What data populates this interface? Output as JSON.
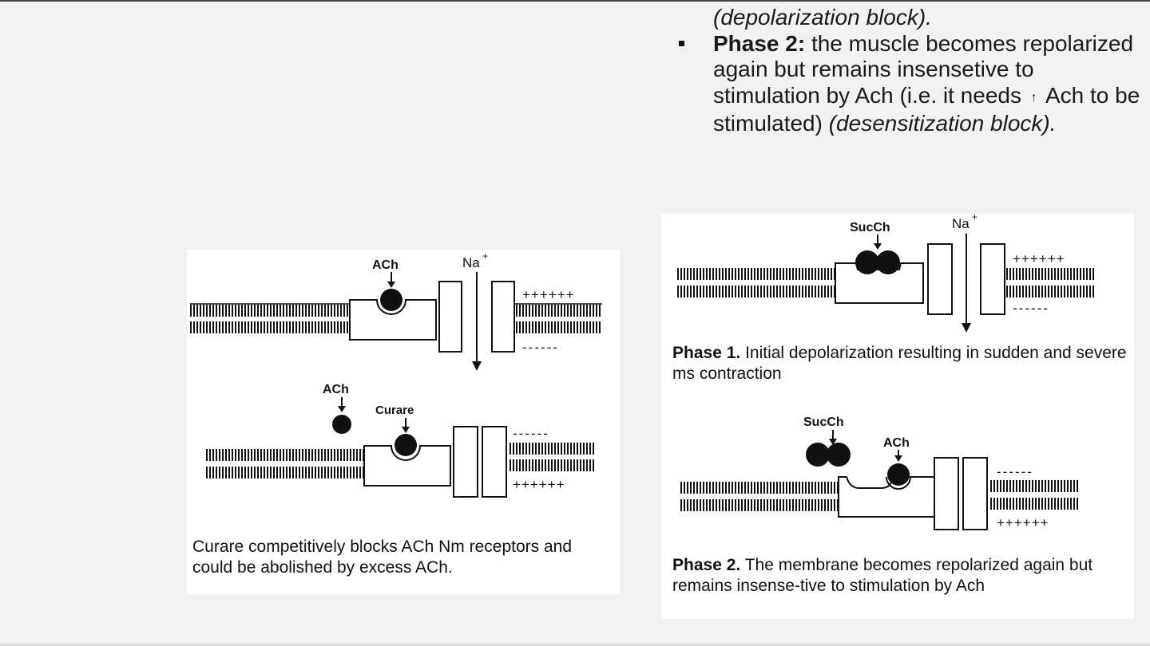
{
  "bullets": {
    "continuation": "(depolarization block).",
    "phase2_label": "Phase 2:",
    "phase2_text_a": "the muscle becomes repolarized again but remains insensetive to stimulation by Ach (i.e. it needs",
    "phase2_arrow": "↑",
    "phase2_text_b": "Ach to be stimulated)",
    "phase2_italic": "(desensitization block)."
  },
  "left_figure": {
    "ach_top": "ACh",
    "na": "Na",
    "na_sup": "+",
    "plus_top": "++++++",
    "minus_top": "------",
    "ach_free": "ACh",
    "curare": "Curare",
    "minus_bottom": "------",
    "plus_bottom": "++++++",
    "caption": "Curare competitively blocks ACh Nm receptors and could be abolished by excess ACh."
  },
  "right_figure_1": {
    "succh": "SucCh",
    "na": "Na",
    "na_sup": "+",
    "plus": "++++++",
    "minus": "------",
    "caption_label": "Phase 1.",
    "caption_text": "Initial depolarization resulting in sudden and severe ms contraction"
  },
  "right_figure_2": {
    "succh": "SucCh",
    "ach": "ACh",
    "minus": "------",
    "plus": "++++++",
    "caption_label": "Phase 2.",
    "caption_text": "The membrane becomes repolarized again but remains insense-tive to stimulation by Ach"
  }
}
